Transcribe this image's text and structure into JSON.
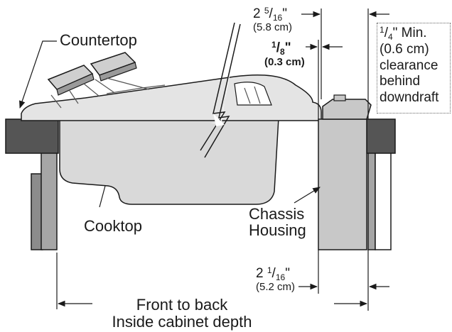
{
  "labels": {
    "countertop": "Countertop",
    "cooktop": "Cooktop",
    "chassis_line1": "Chassis",
    "chassis_line2": "Housing",
    "front_back_line1": "Front to back",
    "front_back_line2": "Inside cabinet depth"
  },
  "dim_top": {
    "whole": "2",
    "num": "5",
    "den": "16",
    "inch": "\"",
    "metric": "(5.8 cm)"
  },
  "dim_gap": {
    "num": "1",
    "den": "8",
    "inch": "\"",
    "metric": "(0.3 cm)"
  },
  "dim_bottom": {
    "whole": "2",
    "num": "1",
    "den": "16",
    "inch": "\"",
    "metric": "(5.2 cm)"
  },
  "clearance_note": {
    "num": "1",
    "den": "4",
    "rest": "\" Min.",
    "line2": "(0.6 cm)",
    "line3": "clearance",
    "line4": "behind",
    "line5": "downdraft"
  },
  "colors": {
    "countertop": "#555555",
    "cooktop_fill": "#d9d9d9",
    "cabinet": "#a6a6a6",
    "chassis": "#c8c8c8",
    "outline": "#1a1a1a"
  }
}
